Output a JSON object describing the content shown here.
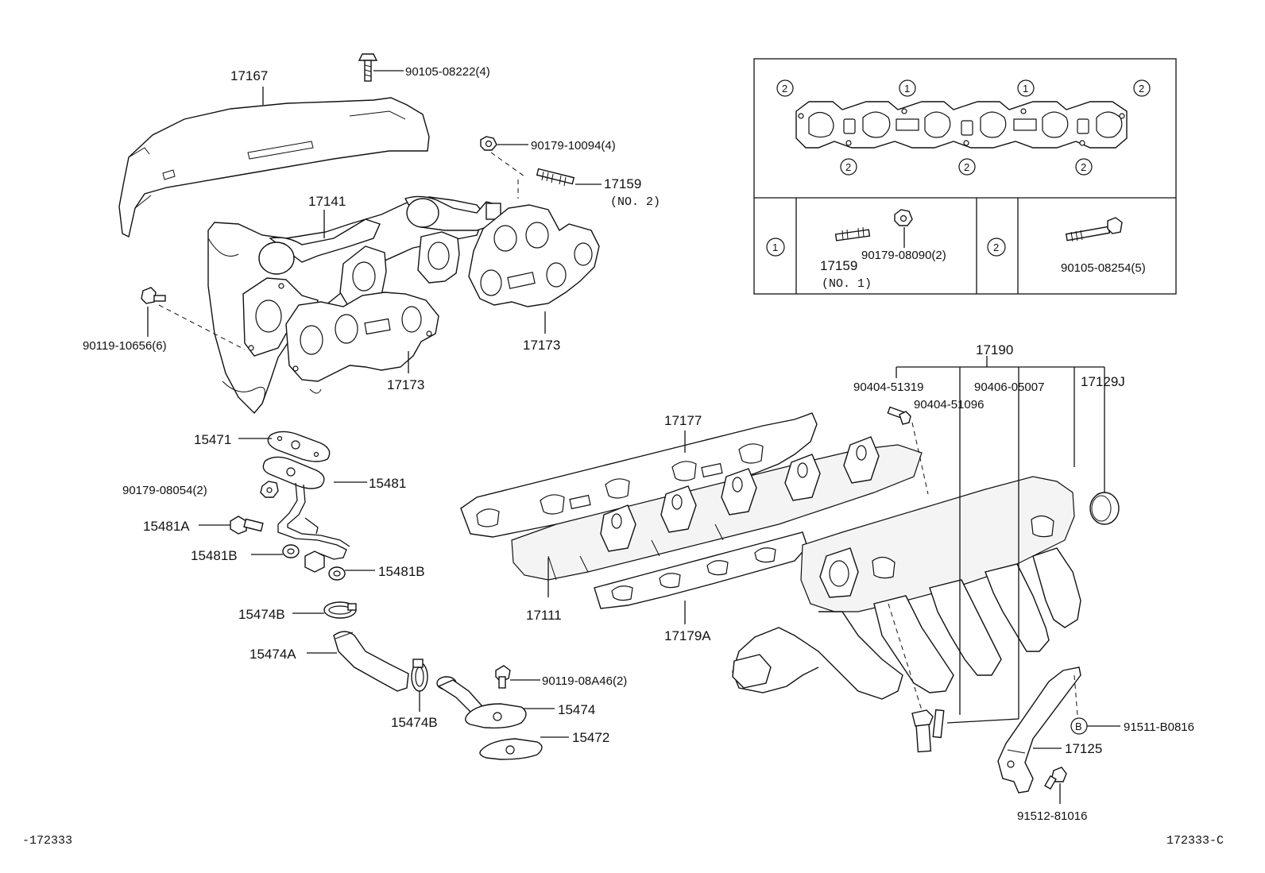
{
  "diagram": {
    "part_labels": {
      "p17167": "17167",
      "p90105_08222": "90105-08222(4)",
      "p90179_10094": "90179-10094(4)",
      "p17159_no2": "17159",
      "p17159_no2_sub": "(NO. 2)",
      "p17141": "17141",
      "p90119_10656": "90119-10656(6)",
      "p17173_a": "17173",
      "p17173_b": "17173",
      "p15471": "15471",
      "p90179_08054": "90179-08054(2)",
      "p15481": "15481",
      "p15481A": "15481A",
      "p15481B_a": "15481B",
      "p15481B_b": "15481B",
      "p15474B_a": "15474B",
      "p15474A": "15474A",
      "p15474B_b": "15474B",
      "p90119_08A46": "90119-08A46(2)",
      "p15474": "15474",
      "p15472": "15472",
      "p17177": "17177",
      "p17111": "17111",
      "p17179A": "17179A",
      "p17190": "17190",
      "p90404_51319": "90404-51319",
      "p90404_51096": "90404-51096",
      "p90406_05007": "90406-05007",
      "p17129J": "17129J",
      "p91511_B0816": "91511-B0816",
      "p91511_marker": "B",
      "p17125": "17125",
      "p91512_81016": "91512-81016"
    },
    "inset": {
      "gasket_callouts": [
        "2",
        "1",
        "1",
        "2",
        "2",
        "2",
        "2"
      ],
      "table": {
        "key1": "1",
        "key1_part_a": "17159",
        "key1_part_a_sub": "(NO. 1)",
        "key1_part_b": "90179-08090(2)",
        "key2": "2",
        "key2_part": "90105-08254(5)"
      }
    },
    "footer": {
      "left_code": "-172333",
      "right_code": "172333-C"
    }
  }
}
